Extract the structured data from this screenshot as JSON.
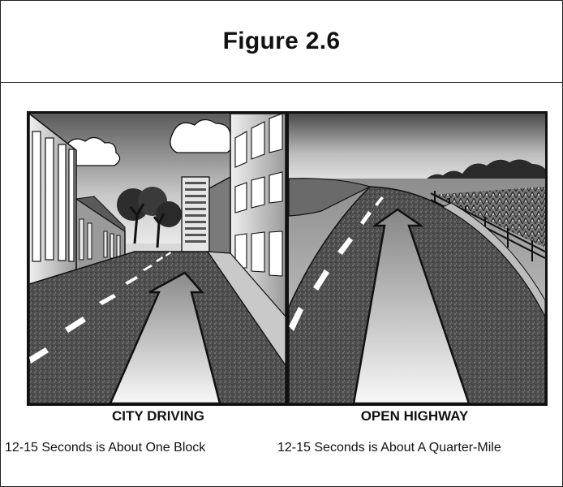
{
  "figure": {
    "title": "Figure 2.6"
  },
  "panels": [
    {
      "caption": "CITY DRIVING",
      "subcaption": "12-15 Seconds is About One Block"
    },
    {
      "caption": "OPEN HIGHWAY",
      "subcaption": "12-15 Seconds is About A Quarter-Mile"
    }
  ],
  "colors": {
    "ink": "#111111",
    "road": "#555555",
    "arrow_light": "#f4f4f4",
    "arrow_dark": "#8a8a8a"
  }
}
